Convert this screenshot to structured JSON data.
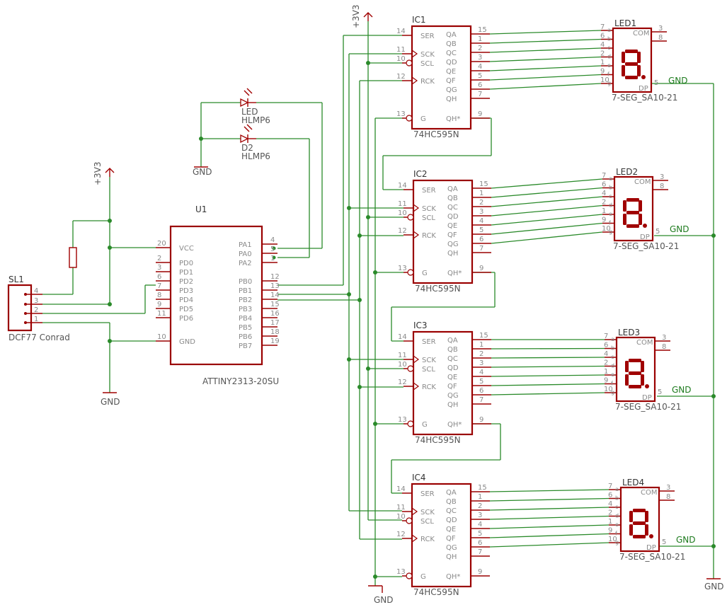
{
  "u1": {
    "name": "U1",
    "value": "ATTINY2313-20SU",
    "left_pins": [
      {
        "num": "20",
        "name": "VCC"
      },
      {
        "num": "2",
        "name": "PD0"
      },
      {
        "num": "3",
        "name": "PD1"
      },
      {
        "num": "6",
        "name": "PD2"
      },
      {
        "num": "7",
        "name": "PD3"
      },
      {
        "num": "8",
        "name": "PD4"
      },
      {
        "num": "9",
        "name": "PD5"
      },
      {
        "num": "11",
        "name": "PD6"
      },
      {
        "num": "10",
        "name": "GND"
      }
    ],
    "right_pins": [
      {
        "num": "4",
        "name": "PA1"
      },
      {
        "num": "5",
        "name": "PA0"
      },
      {
        "num": "1",
        "name": "PA2"
      },
      {
        "num": "12",
        "name": "PB0"
      },
      {
        "num": "13",
        "name": "PB1"
      },
      {
        "num": "14",
        "name": "PB2"
      },
      {
        "num": "15",
        "name": "PB3"
      },
      {
        "num": "16",
        "name": "PB4"
      },
      {
        "num": "17",
        "name": "PB5"
      },
      {
        "num": "18",
        "name": "PB6"
      },
      {
        "num": "19",
        "name": "PB7"
      }
    ]
  },
  "sl1": {
    "name": "SL1",
    "value": "DCF77 Conrad",
    "pins": [
      "4",
      "3",
      "2",
      "1"
    ]
  },
  "leds_small": [
    {
      "name": "LED",
      "value": "HLMP6"
    },
    {
      "name": "D2",
      "value": "HLMP6"
    }
  ],
  "shift_regs": [
    {
      "name": "IC1",
      "value": "74HC595N"
    },
    {
      "name": "IC2",
      "value": "74HC595N"
    },
    {
      "name": "IC3",
      "value": "74HC595N"
    },
    {
      "name": "IC4",
      "value": "74HC595N"
    }
  ],
  "sr_left_pins": [
    {
      "num": "14",
      "name": "SER"
    },
    {
      "num": "11",
      "name": "SCK"
    },
    {
      "num": "10",
      "name": "SCL"
    },
    {
      "num": "12",
      "name": "RCK"
    },
    {
      "num": "13",
      "name": "G"
    }
  ],
  "sr_right_pins": [
    {
      "num": "15",
      "name": "QA"
    },
    {
      "num": "1",
      "name": "QB"
    },
    {
      "num": "2",
      "name": "QC"
    },
    {
      "num": "3",
      "name": "QD"
    },
    {
      "num": "4",
      "name": "QE"
    },
    {
      "num": "5",
      "name": "QF"
    },
    {
      "num": "6",
      "name": "QG"
    },
    {
      "num": "7",
      "name": "QH"
    },
    {
      "num": "9",
      "name": "QH*"
    }
  ],
  "displays": [
    {
      "name": "LED1",
      "value": "7-SEG_SA10-21"
    },
    {
      "name": "LED2",
      "value": "7-SEG_SA10-21"
    },
    {
      "name": "LED3",
      "value": "7-SEG_SA10-21"
    },
    {
      "name": "LED4",
      "value": "7-SEG_SA10-21"
    }
  ],
  "disp_pins": [
    {
      "num": "7",
      "seg": "a"
    },
    {
      "num": "6",
      "seg": "b"
    },
    {
      "num": "4",
      "seg": "c"
    },
    {
      "num": "2",
      "seg": "d"
    },
    {
      "num": "1",
      "seg": "e"
    },
    {
      "num": "9",
      "seg": "f"
    },
    {
      "num": "10",
      "seg": "g"
    }
  ],
  "disp_right": {
    "com": "COM",
    "com_pins": [
      "3",
      "8"
    ],
    "dp": "DP",
    "dp_pin": "5"
  },
  "nets": {
    "gnd": "GND",
    "vcc": "+3V3"
  }
}
